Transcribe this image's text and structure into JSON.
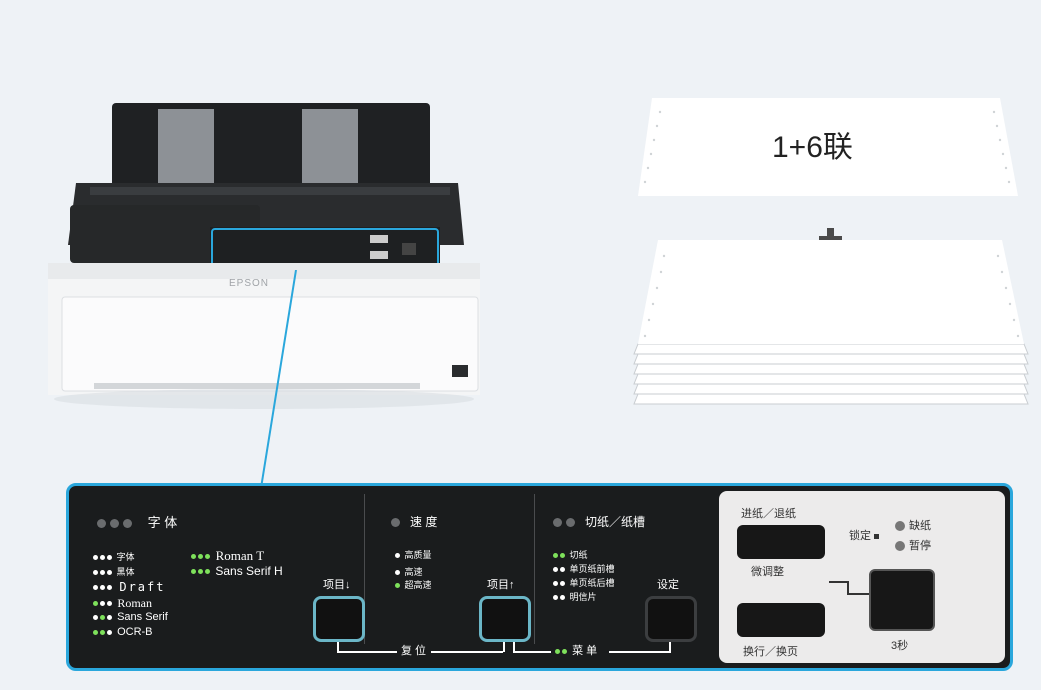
{
  "paper": {
    "top_label": "1+6联"
  },
  "printer": {
    "brand": "EPSON"
  },
  "panel": {
    "font_header": "字 体",
    "font_items": [
      "字体",
      "黑体",
      "Draft",
      "Roman",
      "Sans Serif",
      "OCR-B"
    ],
    "font_items_right": [
      "Roman T",
      "Sans Serif H"
    ],
    "item_down": "项目↓",
    "speed_header": "速 度",
    "speed_items": [
      "高质量",
      "高速",
      "超高速"
    ],
    "item_up": "项目↑",
    "cut_header": "切纸／纸槽",
    "cut_items": [
      "切纸",
      "单页纸前槽",
      "单页纸后槽",
      "明信片"
    ],
    "set": "设定",
    "reset": "复 位",
    "menu": "菜 单",
    "feed_eject": "进纸／退纸",
    "micro_adjust": "微调整",
    "line_form_feed": "换行／换页",
    "lock_label": "锁定",
    "paper_out": "缺纸",
    "pause": "暂停",
    "three_sec": "3秒"
  },
  "colors": {
    "accent": "#2aa7dc",
    "panel_bg": "#1a1c1d",
    "led_green": "#7ee15b"
  }
}
